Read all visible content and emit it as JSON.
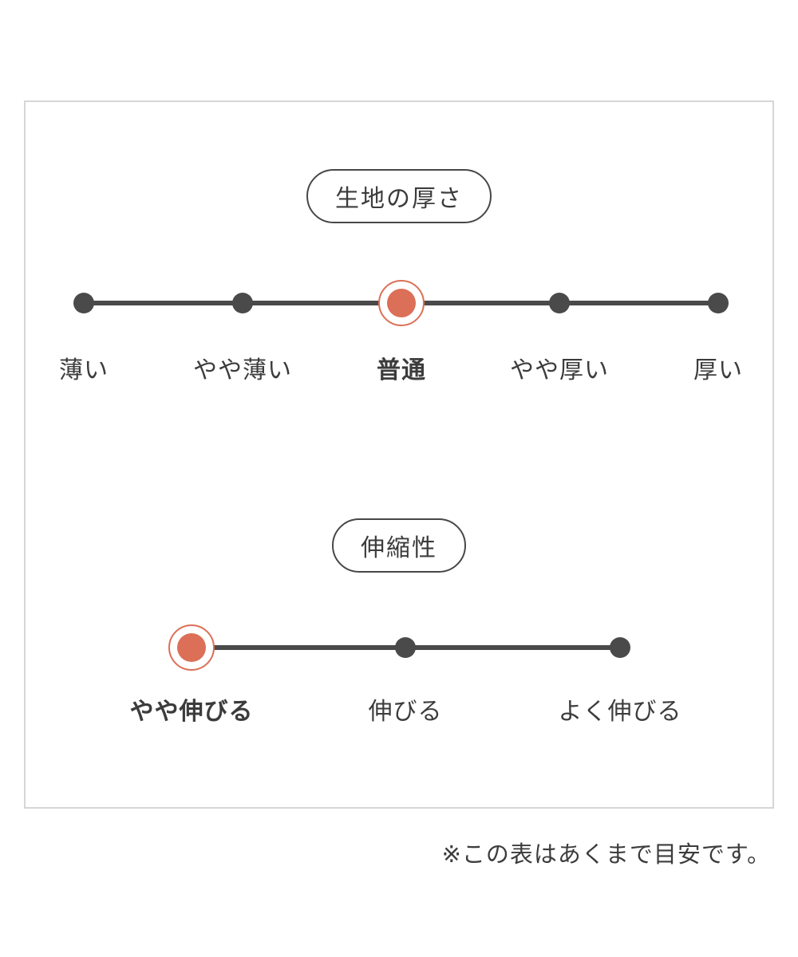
{
  "colors": {
    "accent": "#dc6f57",
    "line_and_dots": "#4a4a4a",
    "text": "#3c3c3c",
    "panel_border": "#d6d6d6",
    "background": "#ffffff"
  },
  "note": "※この表はあくまで目安です。",
  "scales": [
    {
      "title": "生地の厚さ",
      "options": [
        "薄い",
        "やや薄い",
        "普通",
        "やや厚い",
        "厚い"
      ],
      "selected_index": 2,
      "selected_label": "普通"
    },
    {
      "title": "伸縮性",
      "options": [
        "やや伸びる",
        "伸びる",
        "よく伸びる"
      ],
      "selected_index": 0,
      "selected_label": "やや伸びる"
    }
  ],
  "chart_data": [
    {
      "type": "scale",
      "title": "生地の厚さ",
      "categories": [
        "薄い",
        "やや薄い",
        "普通",
        "やや厚い",
        "厚い"
      ],
      "selected": "普通",
      "selected_index": 2,
      "num_points": 5,
      "legend_position": "none",
      "grid": false
    },
    {
      "type": "scale",
      "title": "伸縮性",
      "categories": [
        "やや伸びる",
        "伸びる",
        "よく伸びる"
      ],
      "selected": "やや伸びる",
      "selected_index": 0,
      "num_points": 3,
      "legend_position": "none",
      "grid": false
    }
  ]
}
